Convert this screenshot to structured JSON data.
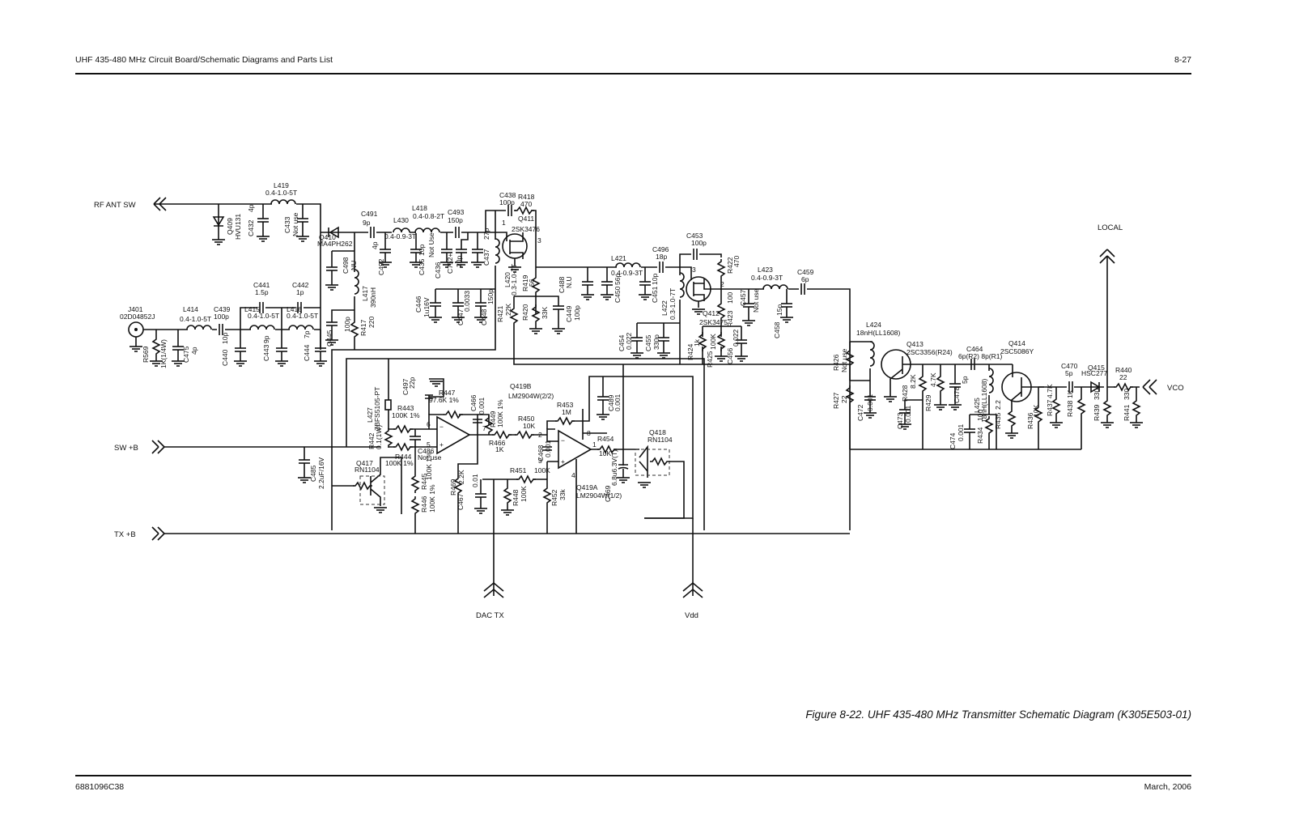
{
  "header": {
    "title": "UHF 435-480 MHz Circuit Board/Schematic Diagrams and Parts List",
    "page": "8-27"
  },
  "caption": "Figure 8-22. UHF 435-480 MHz Transmitter Schematic Diagram (K305E503-01)",
  "footer": {
    "doc_number": "6881096C38",
    "date": "March, 2006"
  },
  "ports": {
    "rf_ant_sw": "RF  ANT  SW",
    "sw_b": "SW  +B",
    "tx_b": "TX  +B",
    "dac_tx": "DAC  TX",
    "vdd": "Vdd",
    "local": "LOCAL",
    "vco": "VCO"
  },
  "components": {
    "j401": [
      "J401",
      "02D04852J"
    ],
    "r569": [
      "R569",
      "1K(1/4W)"
    ],
    "c475": [
      "C475",
      "4p"
    ],
    "l414": [
      "L414",
      "0.4-1.0-5T"
    ],
    "c439": [
      "C439",
      "100p"
    ],
    "c440": [
      "C440",
      "10p"
    ],
    "l415": [
      "L415",
      "0.4-1.0-5T"
    ],
    "c441": [
      "C441",
      "1.5p"
    ],
    "c443": [
      "C443",
      "9p"
    ],
    "l416": [
      "L416",
      "0.4-1.0-5T"
    ],
    "c442": [
      "C442",
      "1p"
    ],
    "c444": [
      "C444",
      "7p"
    ],
    "l419": [
      "L419",
      "0.4-1.0-5T"
    ],
    "q409": [
      "Q409",
      "HVU131"
    ],
    "c432": [
      "C432",
      "4p"
    ],
    "c433": [
      "C433",
      "Not use"
    ],
    "q410": [
      "Q410",
      "MA4PH262"
    ],
    "c498": [
      "C498",
      "NU"
    ],
    "l417": [
      "L417",
      "390nH"
    ],
    "c445": [
      "C445",
      "100p"
    ],
    "r417": [
      "R417",
      "220"
    ],
    "c491": [
      "C491",
      "9p"
    ],
    "c492": [
      "C492",
      "4p"
    ],
    "l430": [
      "L430",
      "0.4-0.9-3T"
    ],
    "c435": [
      "C435",
      "10p"
    ],
    "l418": [
      "L418",
      "0.4-0.8-2T"
    ],
    "c436": [
      "C436",
      "Not Use"
    ],
    "c493": [
      "C493",
      "150p"
    ],
    "c752": [
      "C752+",
      "20p"
    ],
    "c437": [
      "C437",
      "27p"
    ],
    "c446": [
      "C446",
      "1u16V"
    ],
    "c447": [
      "C447",
      "0.0033"
    ],
    "c448": [
      "C448",
      "150p"
    ],
    "c438": [
      "C438",
      "100p"
    ],
    "r418": [
      "R418",
      "470"
    ],
    "q411": [
      "Q411",
      "2SK3476"
    ],
    "l420": [
      "L420",
      "0.3-1.0-7T"
    ],
    "r421": [
      "R421",
      "22K"
    ],
    "r419": [
      "R419",
      "56"
    ],
    "r420": [
      "R420",
      "33K"
    ],
    "c488": [
      "C488",
      "N.U"
    ],
    "c449": [
      "C449",
      "100p"
    ],
    "l421": [
      "L421",
      "0.4-0.9-3T"
    ],
    "c450": [
      "C450",
      "56p"
    ],
    "c451": [
      "C451",
      "10p"
    ],
    "c496": [
      "C496",
      "18p"
    ],
    "c453": [
      "C453",
      "100p"
    ],
    "r422": [
      "R422",
      "470"
    ],
    "q412": [
      "Q412",
      "2SK3475"
    ],
    "l422": [
      "L422",
      "0.3-1.0-7T"
    ],
    "r423": [
      "R423",
      "100"
    ],
    "c454": [
      "C454",
      "0.022"
    ],
    "c455": [
      "C455",
      "330p"
    ],
    "r424": [
      "R424",
      "1k"
    ],
    "r425": [
      "R425",
      "100K"
    ],
    "c456": [
      "C456",
      "0.022"
    ],
    "c457": [
      "C457",
      "Not use"
    ],
    "l423": [
      "L423",
      "0.4-0.9-3T"
    ],
    "c458": [
      "C458",
      "15p"
    ],
    "c459": [
      "C459",
      "6p"
    ],
    "l424": [
      "L424",
      "18nH(LL1608)"
    ],
    "r426": [
      "R426",
      "Not use"
    ],
    "r427": [
      "R427",
      "22"
    ],
    "c472": [
      "C472",
      "0.001"
    ],
    "q413": [
      "Q413",
      "2SC3356(R24)"
    ],
    "c473": [
      "C473",
      "0.001"
    ],
    "r428": [
      "R428",
      "8.2K"
    ],
    "r429": [
      "R429",
      "4.7K"
    ],
    "c478": [
      "C478",
      "5p"
    ],
    "c464": [
      "C464",
      "6p(R2) 8p(R1)"
    ],
    "l425": [
      "L425",
      "18nH(LL1608)"
    ],
    "c474": [
      "C474",
      "0.001"
    ],
    "r434": [
      "R434",
      "100"
    ],
    "q414": [
      "Q414",
      "2SC5086Y"
    ],
    "r435": [
      "R435",
      "2.2"
    ],
    "r436": [
      "R436",
      "10K"
    ],
    "r437": [
      "R437",
      "4.7K"
    ],
    "c470": [
      "C470",
      "5p"
    ],
    "r438": [
      "R438",
      "1K"
    ],
    "q415": [
      "Q415",
      "HSC277"
    ],
    "r439": [
      "R439",
      "330"
    ],
    "r440": [
      "R440",
      "22"
    ],
    "r441": [
      "R441",
      "330"
    ],
    "c485": [
      "C485",
      "2.2uF/16V"
    ],
    "l427": [
      "L427",
      "ZBFS5105-PT"
    ],
    "r442": [
      "R442",
      "0.1(1W)"
    ],
    "r443": [
      "R443",
      "100K 1%"
    ],
    "r444": [
      "R444",
      "100K 1%"
    ],
    "c486": [
      "C486",
      "Not use"
    ],
    "c497": [
      "C497",
      "22p"
    ],
    "r447": [
      "R447",
      "97.6K 1%"
    ],
    "c466": [
      "C466",
      "0.001"
    ],
    "r449": [
      "R449",
      "100K 1%"
    ],
    "q417": [
      "Q417",
      "RN1104"
    ],
    "r445": [
      "R445",
      "100K 1%"
    ],
    "r446": [
      "R446",
      "100K 1%"
    ],
    "r469": [
      "R469",
      "2.2K"
    ],
    "c467": [
      "C467",
      "0.01"
    ],
    "q419b": [
      "Q419B",
      "LM2904W(2/2)"
    ],
    "r450": [
      "R450",
      "10K"
    ],
    "r466": [
      "R466",
      "1K"
    ],
    "r453": [
      "R453",
      "1M"
    ],
    "c468": [
      "C468",
      "0.001"
    ],
    "r451": [
      "R451",
      "100K"
    ],
    "r448": [
      "R448",
      "100K"
    ],
    "r452": [
      "R452",
      "33k"
    ],
    "c489": [
      "C489",
      "0.001"
    ],
    "r454": [
      "R454",
      "10K"
    ],
    "c469": [
      "C469",
      "6.8u6.3V(T)"
    ],
    "q419a": [
      "Q419A",
      "LM2904W(1/2)"
    ],
    "q418": [
      "Q418",
      "RN1104"
    ]
  },
  "pins": {
    "p1": "1",
    "p2": "2",
    "p3": "3",
    "p4": "4",
    "p5": "5",
    "p6": "6",
    "p7": "7",
    "p8": "8"
  }
}
